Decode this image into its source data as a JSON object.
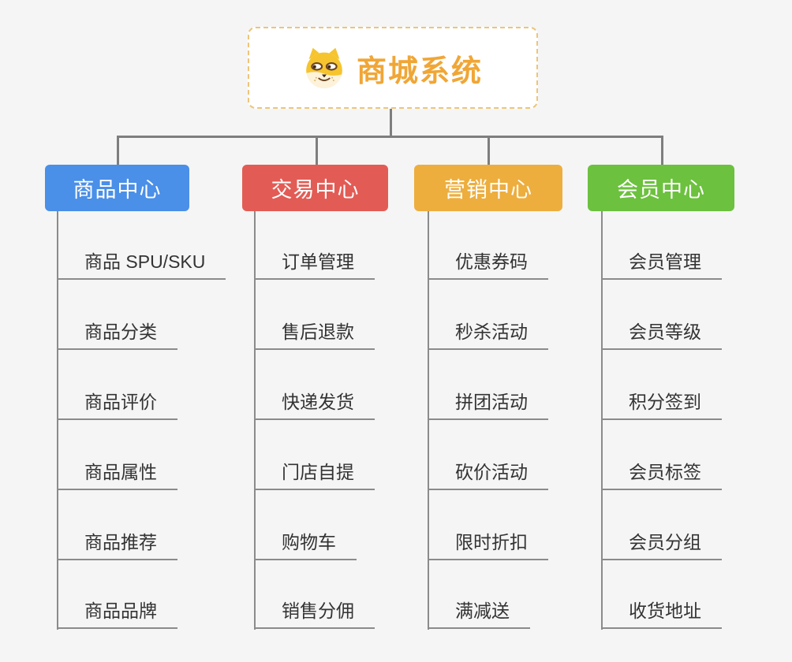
{
  "root": {
    "title": "商城系统",
    "icon": "doge-icon",
    "accent_color": "#f0a636",
    "border_color": "#eec479"
  },
  "branches": [
    {
      "label": "商品中心",
      "color": "#4a8fe8",
      "items": [
        "商品 SPU/SKU",
        "商品分类",
        "商品评价",
        "商品属性",
        "商品推荐",
        "商品品牌"
      ]
    },
    {
      "label": "交易中心",
      "color": "#e25c55",
      "items": [
        "订单管理",
        "售后退款",
        "快递发货",
        "门店自提",
        "购物车",
        "销售分佣"
      ]
    },
    {
      "label": "营销中心",
      "color": "#edae3e",
      "items": [
        "优惠券码",
        "秒杀活动",
        "拼团活动",
        "砍价活动",
        "限时折扣",
        "满减送"
      ]
    },
    {
      "label": "会员中心",
      "color": "#6cc13e",
      "items": [
        "会员管理",
        "会员等级",
        "积分签到",
        "会员标签",
        "会员分组",
        "收货地址"
      ]
    }
  ]
}
